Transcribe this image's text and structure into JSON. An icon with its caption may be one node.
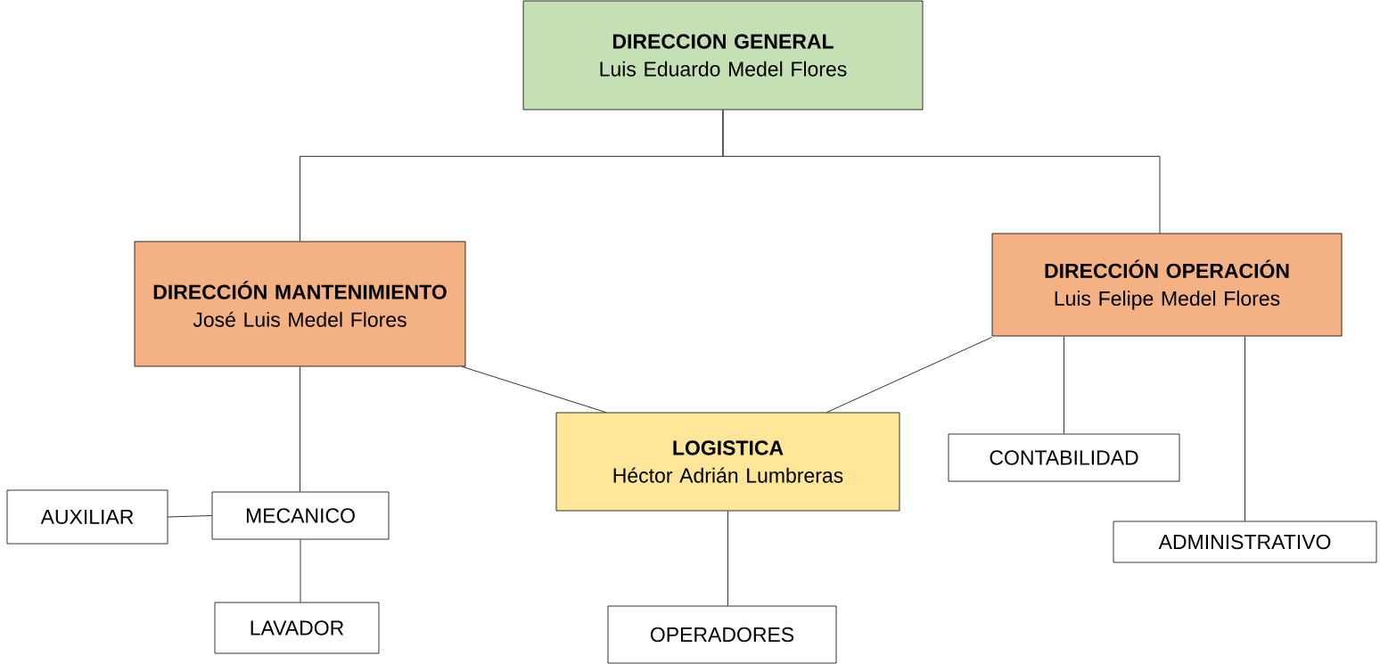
{
  "diagram": {
    "nodes": [
      {
        "text": [
          "DIRECCION GENERAL",
          "Luis Eduardo Medel Flores"
        ]
      },
      {
        "text": [
          "DIRECCIÓN MANTENIMIENTO",
          "José Luis Medel Flores"
        ]
      },
      {
        "text": [
          "DIRECCIÓN OPERACIÓN",
          "Luis Felipe Medel Flores"
        ]
      },
      {
        "text": [
          "LOGISTICA",
          "Héctor Adrián Lumbreras"
        ]
      },
      {
        "text": [
          "CONTABILIDAD"
        ]
      },
      {
        "text": [
          "AUXILIAR"
        ]
      },
      {
        "text": [
          "MECANICO"
        ]
      },
      {
        "text": [
          "ADMINISTRATIVO"
        ]
      },
      {
        "text": [
          "LAVADOR"
        ]
      },
      {
        "text": [
          "OPERADORES"
        ]
      }
    ],
    "edges": [
      {
        "from": 0,
        "to": 1,
        "arrow": "none"
      },
      {
        "from": 0,
        "to": 2,
        "arrow": "none"
      },
      {
        "from": 1,
        "to": 3,
        "arrow": "none"
      },
      {
        "from": 2,
        "to": 3,
        "arrow": "none"
      },
      {
        "from": 1,
        "to": 6,
        "arrow": "none"
      },
      {
        "from": 6,
        "to": 5,
        "arrow": "none"
      },
      {
        "from": 6,
        "to": 8,
        "arrow": "none"
      },
      {
        "from": 3,
        "to": 9,
        "arrow": "none"
      },
      {
        "from": 2,
        "to": 4,
        "arrow": "none"
      },
      {
        "from": 2,
        "to": 7,
        "arrow": "none"
      }
    ]
  }
}
